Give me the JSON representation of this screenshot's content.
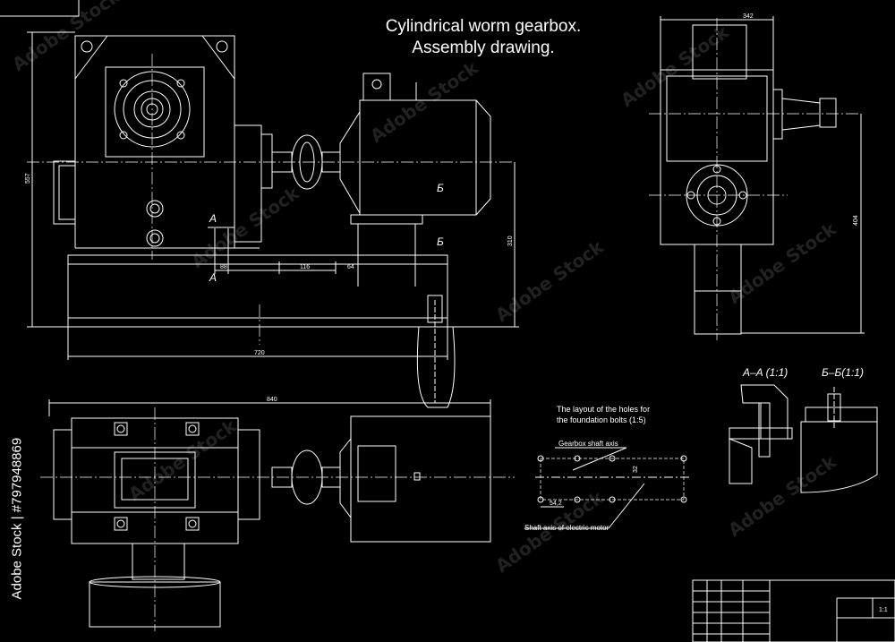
{
  "title": {
    "line1": "Cylindrical worm gearbox.",
    "line2": "Assembly drawing."
  },
  "notes": {
    "holes_layout_line1": "The layout of the holes for",
    "holes_layout_line2": "the foundation bolts (1:5)",
    "gearbox_axis": "Gearbox shaft axis",
    "motor_axis": "Shaft axis of electric motor"
  },
  "sections": {
    "a_a": "A–A (1:1)",
    "b_b": "Б–Б(1:1)",
    "mark_a": "A",
    "mark_b": "Б"
  },
  "dimensions": {
    "top_width": "342",
    "left_height": "557",
    "side_height": "404",
    "base_height": "310",
    "base_length": "720",
    "plan_length": "840",
    "d88": "88",
    "d116": "116",
    "d64": "64",
    "d54": "54,2",
    "d32": "32",
    "scale": "1:1"
  },
  "watermark": {
    "brand": "Adobe Stock",
    "side_id": "Adobe Stock | #797948869"
  },
  "colors": {
    "background": "#000000",
    "lines": "#ffffff"
  }
}
